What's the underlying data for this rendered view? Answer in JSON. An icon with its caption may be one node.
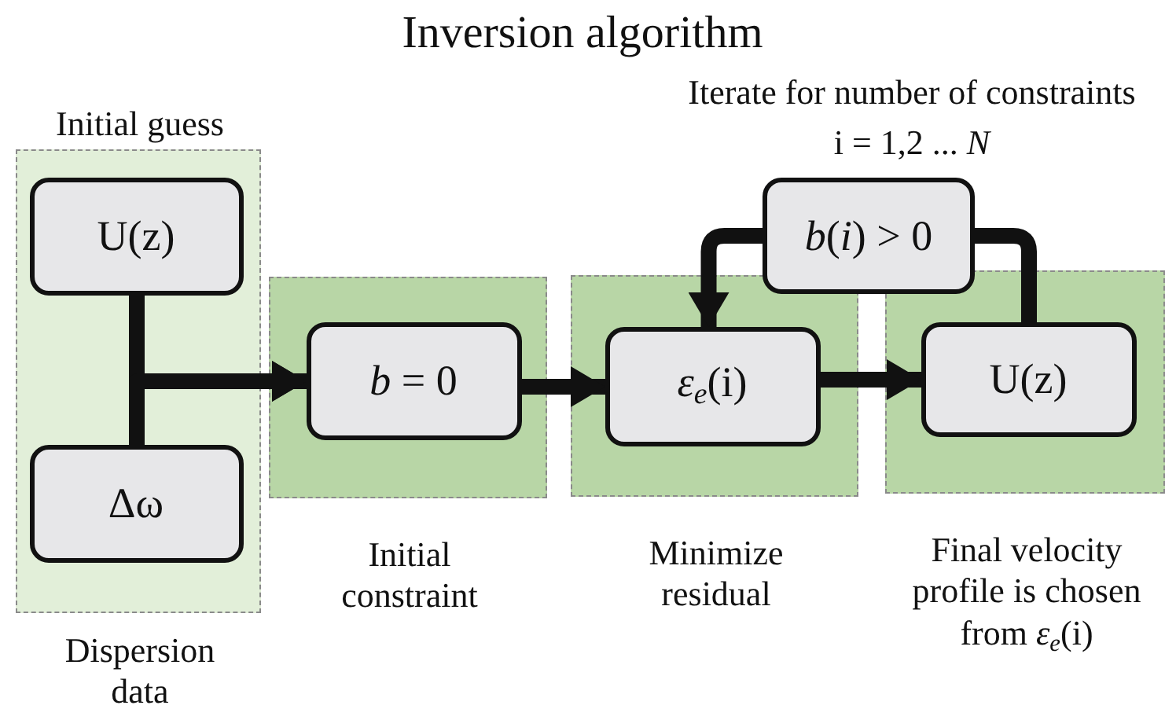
{
  "diagram": {
    "title": "Inversion algorithm",
    "nodes": [
      {
        "text": [
          "Initial guess"
        ],
        "beside": [
          "Dispersion data"
        ]
      },
      {
        "text": [
          "U(z)"
        ],
        "in": 0
      },
      {
        "text": [
          "Δω"
        ],
        "in": 0
      },
      {
        "text": [],
        "shape": "box",
        "beside": [
          "Initial constraint"
        ]
      },
      {
        "text": [
          "*b* = 0"
        ],
        "in": 3
      },
      {
        "text": [],
        "shape": "box",
        "beside": [
          "Minimize residual"
        ]
      },
      {
        "text": [
          "*ε*$_{e}$(i)"
        ],
        "in": 5
      },
      {
        "text": [],
        "shape": "box",
        "beside": [
          "Final velocity profile is chosen from *ε*$_{e}$(i)"
        ]
      },
      {
        "text": [
          "U(z)"
        ],
        "in": 7
      },
      {
        "text": [
          "*b*(*i*) > 0"
        ]
      }
    ],
    "edges": [
      {
        "from": 1,
        "to": 4,
        "arrow": "to"
      },
      {
        "from": 2,
        "to": 4,
        "arrow": "to"
      },
      {
        "from": 4,
        "to": 6,
        "arrow": "to"
      },
      {
        "from": 6,
        "to": 8,
        "arrow": "to"
      },
      {
        "from": 8,
        "to": 9,
        "arrow": "none"
      },
      {
        "from": 9,
        "to": 6,
        "arrow": "to"
      }
    ],
    "labels": [
      "Iterate for number of constraints",
      "i = 1,2 ... *N*"
    ]
  }
}
